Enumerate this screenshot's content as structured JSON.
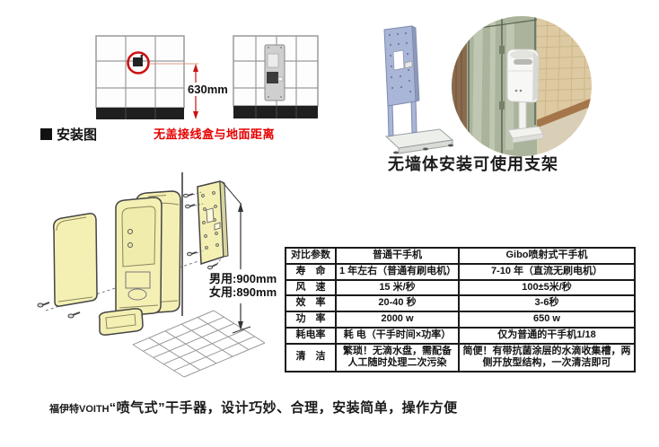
{
  "install": {
    "section_label": "安装图",
    "dimension_label": "630mm",
    "caption": "无盖接线盒与地面距离"
  },
  "stand": {
    "caption": "无墙体安装可使用支架"
  },
  "exploded": {
    "dim_male": "男用:900mm",
    "dim_female": "女用:890mm"
  },
  "comparison_table": {
    "headers": [
      "对比参数",
      "普通干手机",
      "Gibo喷射式干手机"
    ],
    "rows": [
      {
        "param": "寿　命",
        "ordinary": "1 年左右（普通有刷电机）",
        "gibo": "7-10 年（直流无刷电机）"
      },
      {
        "param": "风　速",
        "ordinary": "15 米/秒",
        "gibo": "100±5米/秒"
      },
      {
        "param": "效　率",
        "ordinary": "20-40 秒",
        "gibo": "3-6秒"
      },
      {
        "param": "功　率",
        "ordinary": "2000 w",
        "gibo": "650 w"
      },
      {
        "param": "耗电率",
        "ordinary": "耗 电（干手时间×功率）",
        "gibo": "仅为普通的干手机1/18"
      },
      {
        "param": "清　洁",
        "ordinary": "繁琐！无滴水盘，需配备人工随时处理二次污染",
        "gibo": "简便！有带抗菌涂层的水滴收集槽，两侧开放型结构，一次清洁即可"
      }
    ]
  },
  "tagline": {
    "brand": "福伊特VOITH",
    "text": "“喷气式”干手器，设计巧妙、合理，安装简单，操作方便"
  },
  "icons": {
    "section_marker": "black-square",
    "junction_box_marker": "red-circle"
  },
  "colors": {
    "accent_red": "#e60000",
    "part_yellow": "#f4f0b4",
    "stand_blue": "#aab6d8",
    "tile_base_black": "#1f1f1f"
  }
}
